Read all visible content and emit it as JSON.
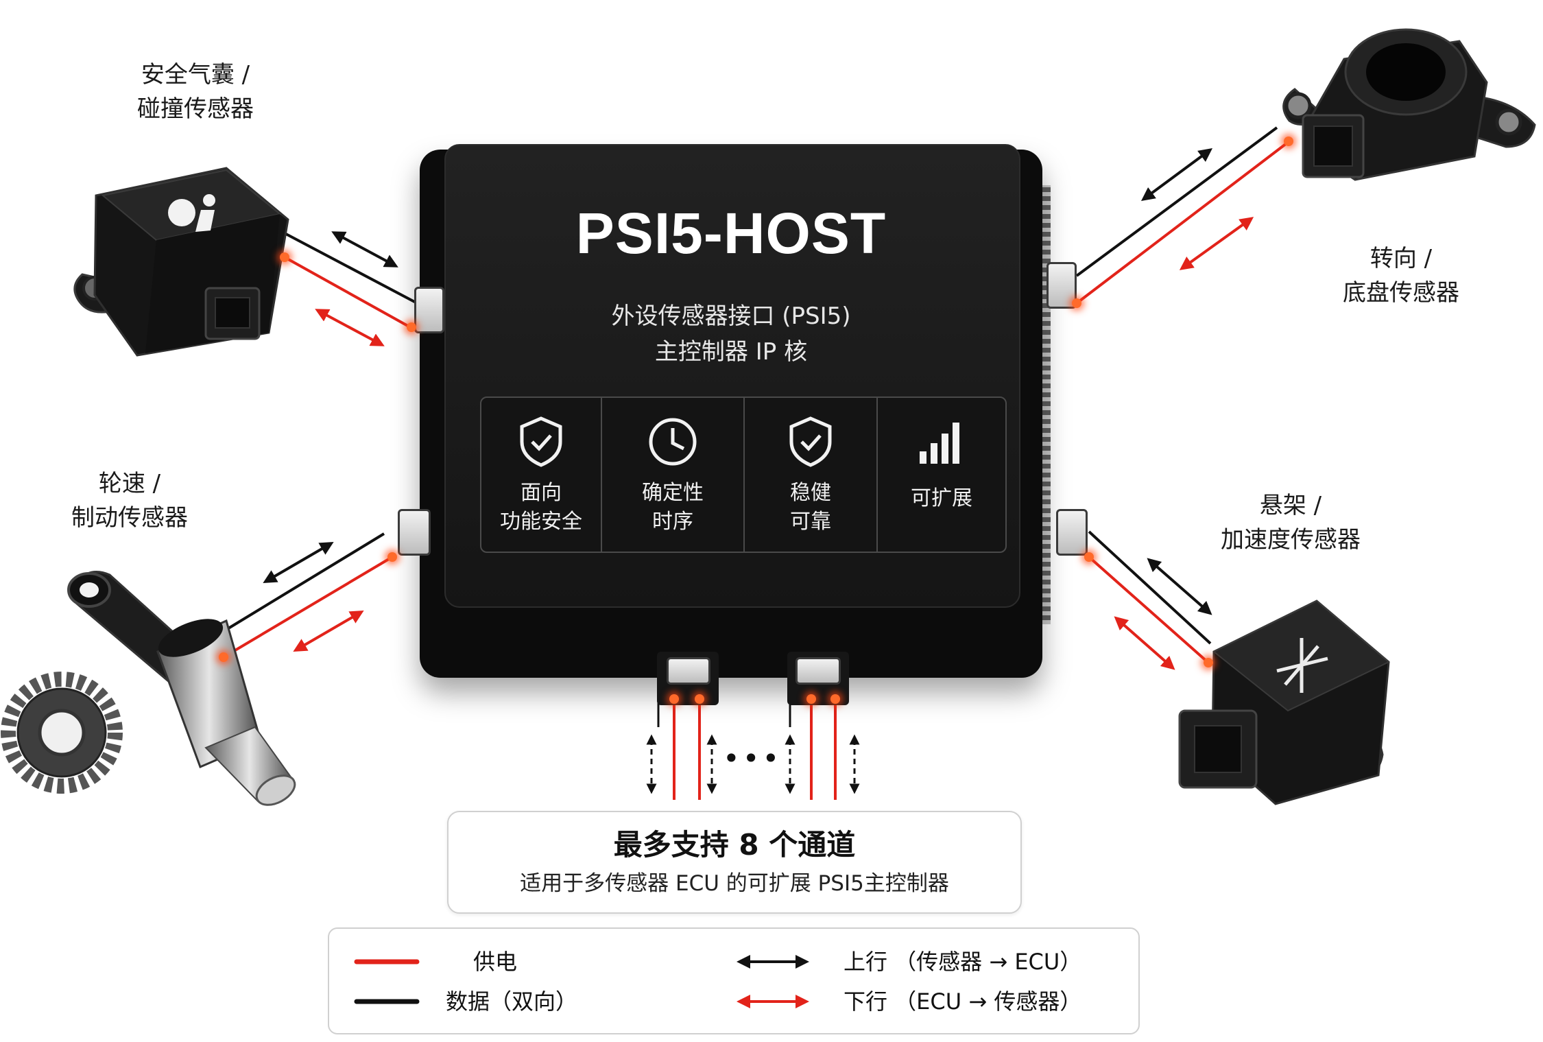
{
  "chip": {
    "title": "PSI5-HOST",
    "subtitle_line1": "外设传感器接口 (PSI5)",
    "subtitle_line2": "主控制器 IP 核",
    "features": [
      {
        "line1": "面向",
        "line2": "功能安全",
        "icon": "shield-check-icon"
      },
      {
        "line1": "确定性",
        "line2": "时序",
        "icon": "clock-icon"
      },
      {
        "line1": "稳健",
        "line2": "可靠",
        "icon": "shield-check-icon"
      },
      {
        "line1": "可扩展",
        "line2": "",
        "icon": "signal-bars-icon"
      }
    ]
  },
  "sensors": {
    "airbag": {
      "line1": "安全气囊 /",
      "line2": "碰撞传感器",
      "icon": "airbag-icon"
    },
    "steering": {
      "line1": "转向 /",
      "line2": "底盘传感器",
      "icon": "steering-sensor-icon"
    },
    "wheel": {
      "line1": "轮速 /",
      "line2": "制动传感器",
      "icon": "gear-icon"
    },
    "suspension": {
      "line1": "悬架 /",
      "line2": "加速度传感器",
      "icon": "xyz-axes-icon"
    }
  },
  "channels": {
    "ellipsis": "•••",
    "title": "最多支持 8 个通道",
    "subtitle": "适用于多传感器 ECU 的可扩展 PSI5主控制器"
  },
  "legend": {
    "power": "供电",
    "data": "数据（双向）",
    "upstream": "上行 （传感器 → ECU）",
    "downstream": "下行 （ECU → 传感器）"
  },
  "colors": {
    "power": "#e2231a",
    "data": "#111111",
    "glow": "#ff6a2a",
    "chip": "#151515"
  }
}
